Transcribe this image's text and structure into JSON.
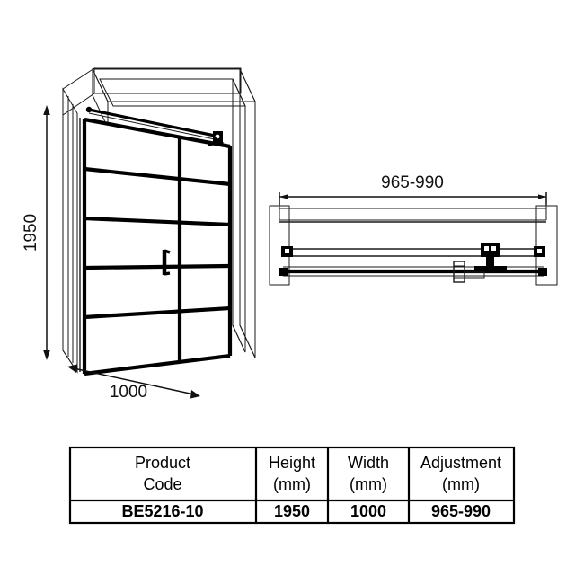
{
  "document": {
    "type": "technical-drawing",
    "subject": "Black framed shower door / enclosure",
    "background_color": "#ffffff",
    "line_color": "#000000"
  },
  "dimensions": {
    "height_label": "1950",
    "width_label": "1000",
    "adjustment_label": "965-990"
  },
  "views": {
    "isometric": {
      "name": "isometric-view",
      "height_dimension": "1950",
      "width_dimension": "1000",
      "grid_bar_count": 5,
      "has_handle": true,
      "has_top_support_bar": true
    },
    "plan": {
      "name": "plan-view",
      "adjustment_dimension": "965-990"
    }
  },
  "table": {
    "headers": [
      {
        "line1": "Product",
        "line2": "Code"
      },
      {
        "line1": "Height",
        "line2": "(mm)"
      },
      {
        "line1": "Width",
        "line2": "(mm)"
      },
      {
        "line1": "Adjustment",
        "line2": "(mm)"
      }
    ],
    "rows": [
      {
        "product_code": "BE5216-10",
        "height": "1950",
        "width": "1000",
        "adjustment": "965-990"
      }
    ]
  }
}
